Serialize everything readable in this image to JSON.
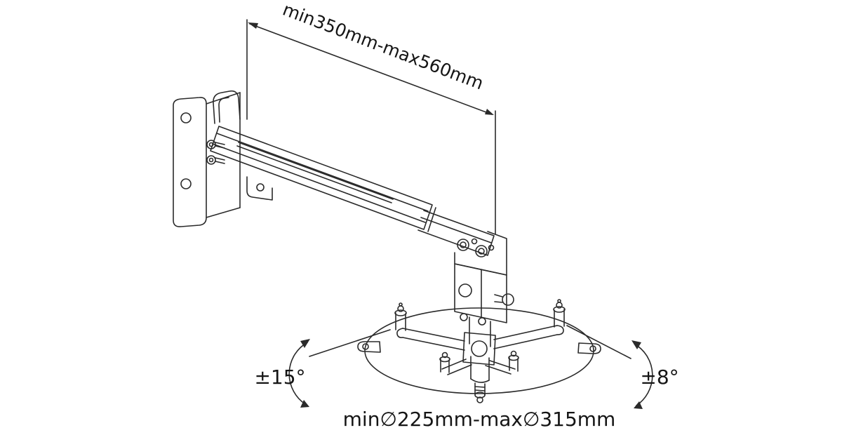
{
  "colors": {
    "background": "#ffffff",
    "line": "#2a2a2a",
    "text": "#151515"
  },
  "labels": {
    "arm_length_range": "min350mm-max560mm",
    "tilt_left": "±15°",
    "tilt_right": "±8°",
    "plate_diameter_range": "min∅225mm-max∅315mm"
  }
}
